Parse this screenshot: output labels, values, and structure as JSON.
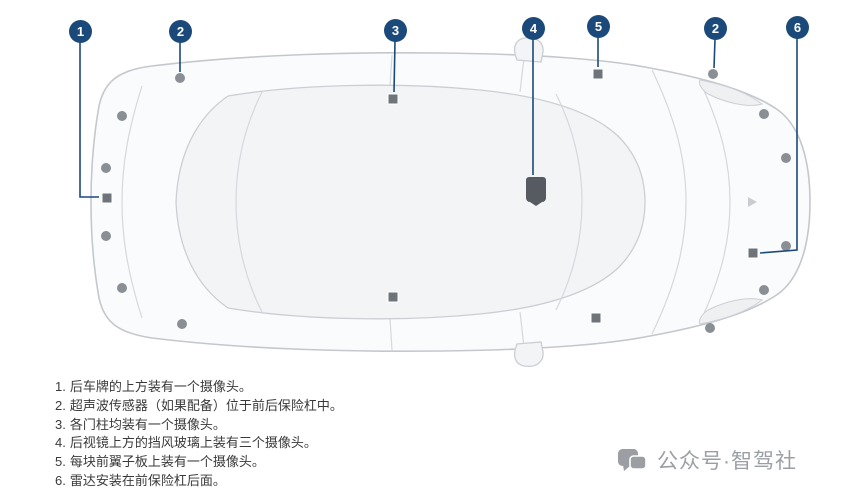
{
  "diagram": {
    "callouts": [
      {
        "label": "1"
      },
      {
        "label": "2"
      },
      {
        "label": "3"
      },
      {
        "label": "4"
      },
      {
        "label": "5"
      },
      {
        "label": "2"
      },
      {
        "label": "6"
      }
    ],
    "notes": [
      {
        "number": "1.",
        "text": "后车牌的上方装有一个摄像头。"
      },
      {
        "number": "2.",
        "text": "超声波传感器（如果配备）位于前后保险杠中。"
      },
      {
        "number": "3.",
        "text": "各门柱均装有一个摄像头。"
      },
      {
        "number": "4.",
        "text": "后视镜上方的挡风玻璃上装有三个摄像头。"
      },
      {
        "number": "5.",
        "text": "每块前翼子板上装有一个摄像头。"
      },
      {
        "number": "6.",
        "text": "雷达安装在前保险杠后面。"
      }
    ]
  },
  "watermark": {
    "text": "公众号·智驾社"
  },
  "colors": {
    "callout": "#1b4a7a",
    "line": "#1b4a7a",
    "text": "#3a3a3a",
    "watermark": "#9b9fa4",
    "car_stroke": "#c4c8cd",
    "car_fill": "#fafbfc",
    "sensor": "#8a8f95",
    "marker": "#6f747a"
  }
}
